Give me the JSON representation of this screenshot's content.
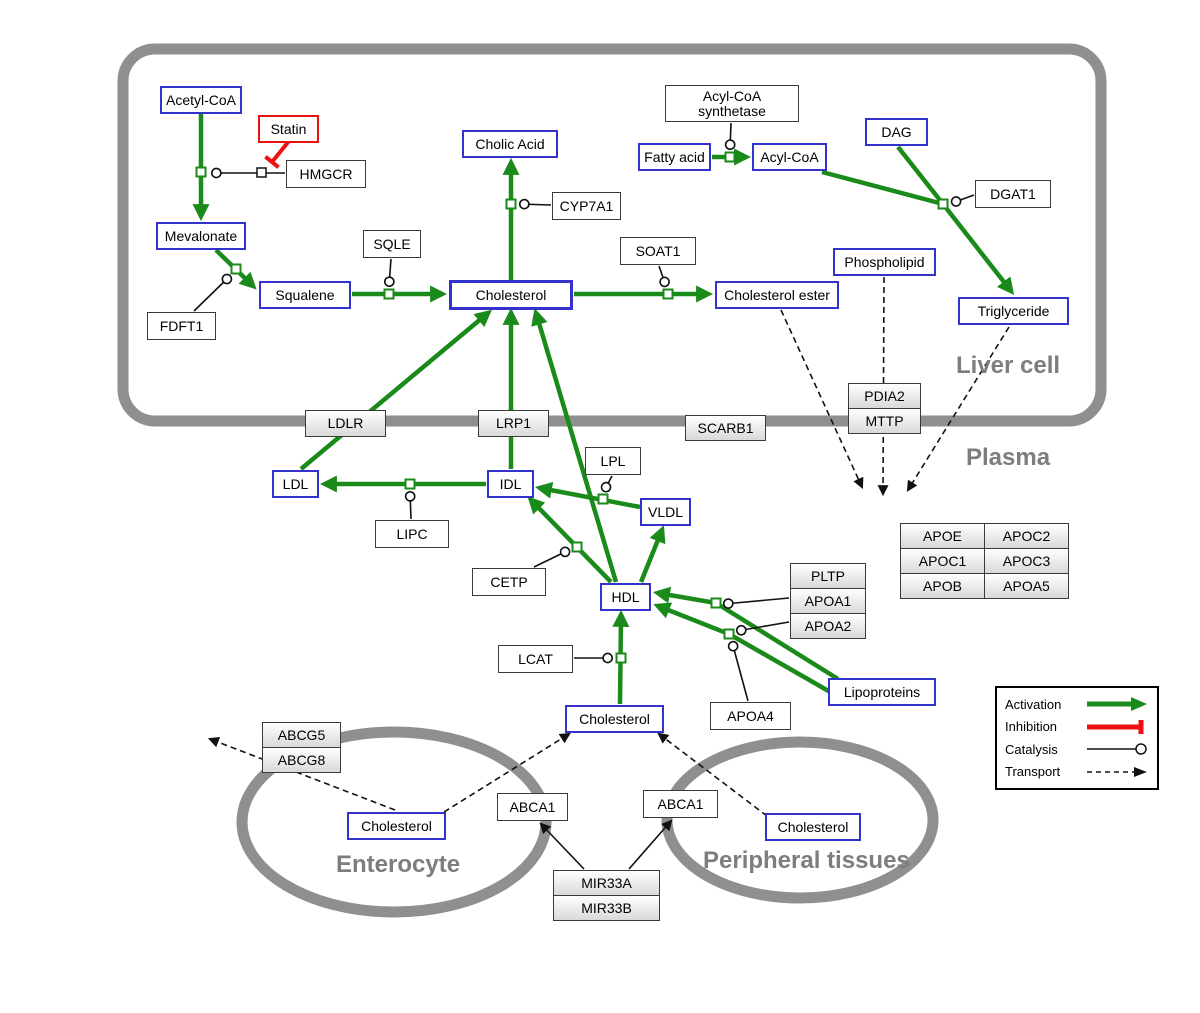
{
  "regions": {
    "liver_cell": "Liver cell",
    "plasma": "Plasma",
    "enterocyte": "Enterocyte",
    "peripheral_tissues": "Peripheral tissues"
  },
  "nodes": {
    "acetyl_coa": "Acetyl-CoA",
    "statin": "Statin",
    "hmgcr": "HMGCR",
    "mevalonate": "Mevalonate",
    "fdft1": "FDFT1",
    "squalene": "Squalene",
    "sqle": "SQLE",
    "cholesterol_liver": "Cholesterol",
    "cholic_acid": "Cholic Acid",
    "cyp7a1": "CYP7A1",
    "soat1": "SOAT1",
    "cholesterol_ester": "Cholesterol ester",
    "acyl_coa_synthetase": "Acyl-CoA synthetase",
    "fatty_acid": "Fatty acid",
    "acyl_coa": "Acyl-CoA",
    "dag": "DAG",
    "dgat1": "DGAT1",
    "phospholipid": "Phospholipid",
    "triglyceride": "Triglyceride",
    "ldlr": "LDLR",
    "lrp1": "LRP1",
    "scarb1": "SCARB1",
    "pdia2": "PDIA2",
    "mttp": "MTTP",
    "ldl": "LDL",
    "idl": "IDL",
    "lipc": "LIPC",
    "lpl": "LPL",
    "vldl": "VLDL",
    "cetp": "CETP",
    "hdl": "HDL",
    "pltp": "PLTP",
    "apoa1": "APOA1",
    "apoa2": "APOA2",
    "lcat": "LCAT",
    "apoa4": "APOA4",
    "lipoproteins": "Lipoproteins",
    "cholesterol_plasma": "Cholesterol",
    "abcg5": "ABCG5",
    "abcg8": "ABCG8",
    "cholesterol_enterocyte": "Cholesterol",
    "abca1_enterocyte": "ABCA1",
    "abca1_peripheral": "ABCA1",
    "cholesterol_peripheral": "Cholesterol",
    "mir33a": "MIR33A",
    "mir33b": "MIR33B"
  },
  "apo_table": {
    "rows": [
      [
        "APOE",
        "APOC2"
      ],
      [
        "APOC1",
        "APOC3"
      ],
      [
        "APOB",
        "APOA5"
      ]
    ]
  },
  "legend": {
    "activation": "Activation",
    "inhibition": "Inhibition",
    "catalysis": "Catalysis",
    "transport": "Transport"
  },
  "colors": {
    "activation_green": "#1a8a1a",
    "inhibition_red": "#ee1111",
    "membrane_gray": "#8f8f8f",
    "node_blue_border": "#3333cc"
  }
}
